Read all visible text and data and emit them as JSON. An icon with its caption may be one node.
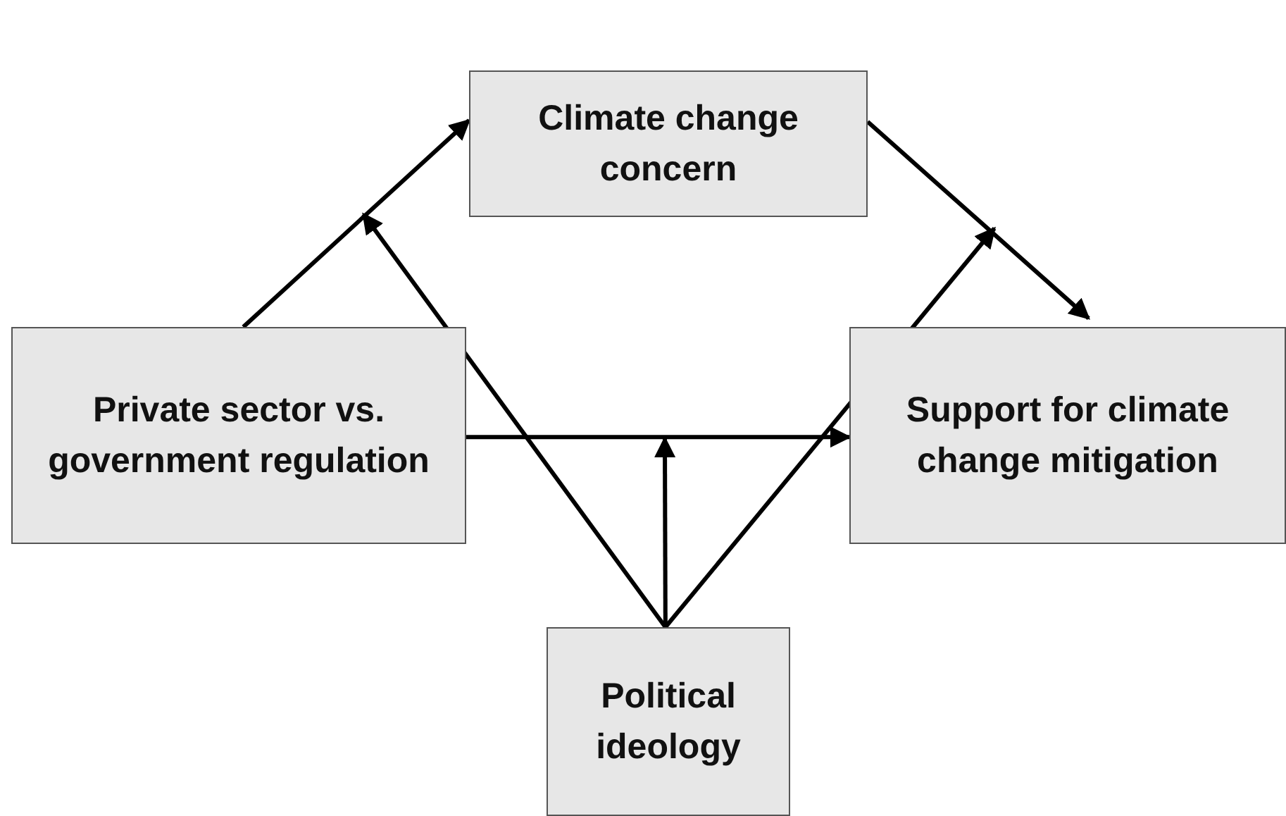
{
  "diagram": {
    "nodes": [
      {
        "text": [
          "Climate change concern"
        ]
      },
      {
        "text": [
          "Private sector vs. government regulation"
        ]
      },
      {
        "text": [
          "Support for climate change mitigation"
        ]
      },
      {
        "text": [
          "Political ideology"
        ]
      }
    ],
    "edges": [
      {
        "from": 1,
        "to": 0,
        "arrow": "to"
      },
      {
        "from": 0,
        "to": 2,
        "arrow": "to"
      },
      {
        "from": 1,
        "to": 2,
        "arrow": "to"
      },
      {
        "from": 3,
        "to": null,
        "arrow": "to"
      },
      {
        "from": 3,
        "to": null,
        "arrow": "to"
      },
      {
        "from": 3,
        "to": null,
        "arrow": "to"
      }
    ]
  }
}
